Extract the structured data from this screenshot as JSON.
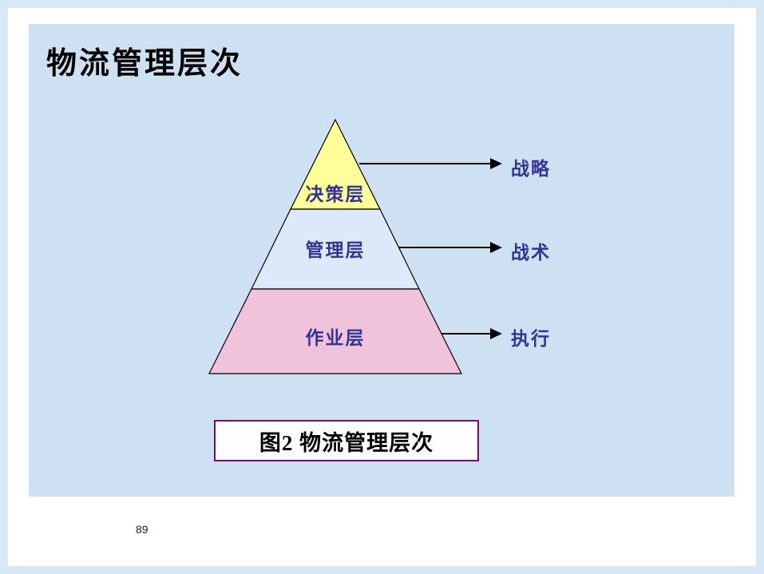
{
  "slide": {
    "title": "物流管理层次",
    "caption": "图2  物流管理层次",
    "page_number": "89"
  },
  "pyramid": {
    "layers": [
      {
        "label": "决策层",
        "color": "#ffff99"
      },
      {
        "label": "管理层",
        "color": "#dce9fb"
      },
      {
        "label": "作业层",
        "color": "#f0c3db"
      }
    ]
  },
  "arrows": [
    {
      "label": "战略"
    },
    {
      "label": "战术"
    },
    {
      "label": "执行"
    }
  ],
  "colors": {
    "slide_bg": "#cde1f3",
    "frame": "#d6e7f6",
    "diagram_text": "#333399",
    "caption_border": "#7a0a6e",
    "outline": "#000000"
  }
}
